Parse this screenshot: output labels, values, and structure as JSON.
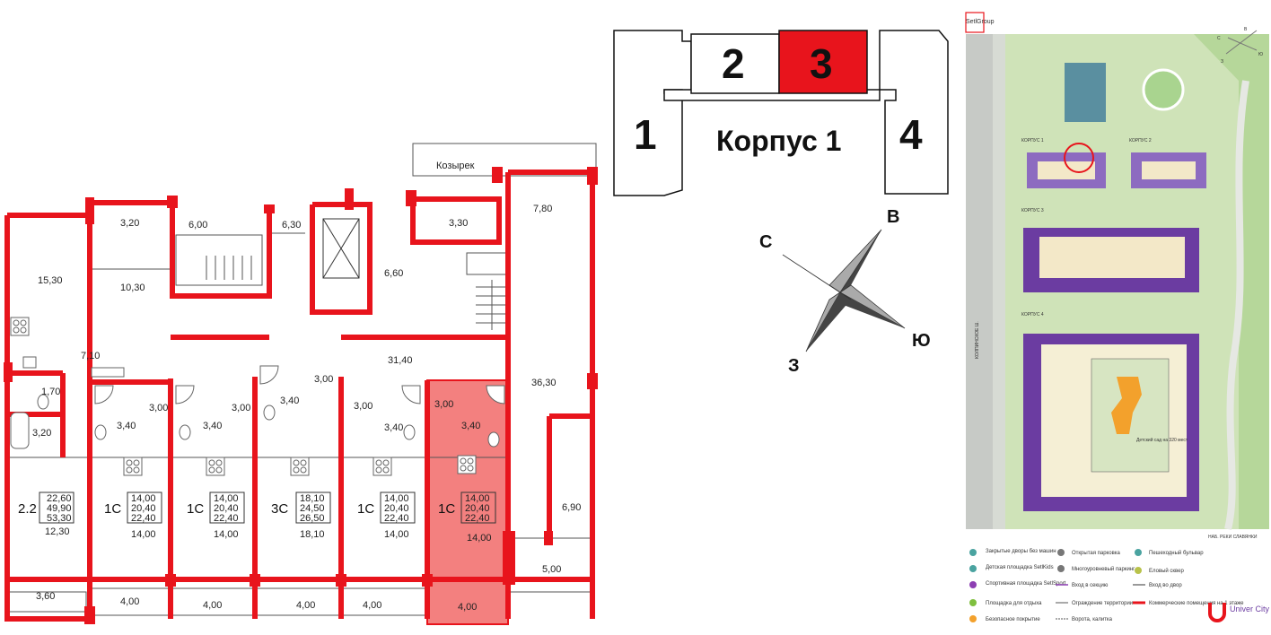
{
  "floor_plan": {
    "canopy_label": "Козырек",
    "rooms": {
      "r320a": "3,20",
      "r600": "6,00",
      "r630": "6,30",
      "r330": "3,30",
      "r780": "7,80",
      "r1530": "15,30",
      "r1030": "10,30",
      "r660": "6,60",
      "r710": "7,10",
      "r3140": "31,40",
      "r170": "1,70",
      "r320b": "3,20",
      "r3630": "36,30",
      "r690": "6,90",
      "r500": "5,00",
      "r1230": "12,30",
      "r360": "3,60"
    },
    "units": [
      {
        "type": "2.2",
        "areas": [
          "22,60",
          "49,90",
          "53,30"
        ]
      },
      {
        "type": "1С",
        "areas": [
          "14,00",
          "20,40",
          "22,40"
        ],
        "bath": "3,40",
        "hall": "3,00",
        "room": "14,00",
        "balcony": "4,00"
      },
      {
        "type": "1С",
        "areas": [
          "14,00",
          "20,40",
          "22,40"
        ],
        "bath": "3,40",
        "hall": "3,00",
        "room": "14,00",
        "balcony": "4,00"
      },
      {
        "type": "3С",
        "areas": [
          "18,10",
          "24,50",
          "26,50"
        ],
        "bath": "3,40",
        "hall": "3,00",
        "room": "18,10",
        "balcony": "4,00"
      },
      {
        "type": "1С",
        "areas": [
          "14,00",
          "20,40",
          "22,40"
        ],
        "bath": "3,40",
        "hall": "3,00",
        "room": "14,00",
        "balcony": "4,00"
      },
      {
        "type": "1С",
        "areas": [
          "14,00",
          "20,40",
          "22,40"
        ],
        "bath": "3,40",
        "hall": "3,00",
        "room": "14,00",
        "balcony": "4,00",
        "highlighted": true
      }
    ],
    "colors": {
      "wall": "#e8141c",
      "highlight": "#f3807f",
      "highlight_border": "#e8141c"
    }
  },
  "building_key": {
    "sections": [
      "1",
      "2",
      "3",
      "4"
    ],
    "selected_section": "3",
    "title": "Корпус 1",
    "colors": {
      "selected": "#e8141c"
    }
  },
  "compass": {
    "north": "С",
    "east": "В",
    "south": "Ю",
    "west": "З"
  },
  "site_plan": {
    "brand": "SetlGroup",
    "korpus_labels": [
      "КОРПУС 1",
      "КОРПУС 2",
      "КОРПУС 3",
      "КОРПУС 4"
    ],
    "street_label": "КОЛПИНСКОЕ Ш.",
    "embankment_label": "НАБ. РЕКИ СЛАВЯНКИ",
    "kindergarten_label": "Детский сад на 320 мест",
    "mini_compass": {
      "n": "С",
      "e": "В",
      "s": "Ю",
      "w": "З"
    },
    "logo_text": "Univer City",
    "legend": [
      {
        "icon": "lock",
        "label": "Закрытые дворы без машин"
      },
      {
        "icon": "kids",
        "label": "Детская площадка SetlKids"
      },
      {
        "icon": "sport",
        "label": "Спортивная площадка SetlSport"
      },
      {
        "icon": "rest",
        "label": "Площадка для отдыха"
      },
      {
        "icon": "safe",
        "label": "Безопасное покрытие"
      },
      {
        "icon": "parking-open",
        "label": "Открытая парковка"
      },
      {
        "icon": "parking-multi",
        "label": "Многоуровневый паркинг"
      },
      {
        "icon": "entrance-arrow",
        "label": "Вход в секцию"
      },
      {
        "icon": "fence",
        "label": "Ограждение территории"
      },
      {
        "icon": "gate",
        "label": "Ворота, калитка"
      },
      {
        "icon": "boulevard",
        "label": "Пешеходный бульвар"
      },
      {
        "icon": "fir",
        "label": "Еловый сквер"
      },
      {
        "icon": "yard-arrow",
        "label": "Вход во двор"
      },
      {
        "icon": "commercial",
        "label": "Коммерческие помещения на 1 этаже"
      }
    ]
  }
}
